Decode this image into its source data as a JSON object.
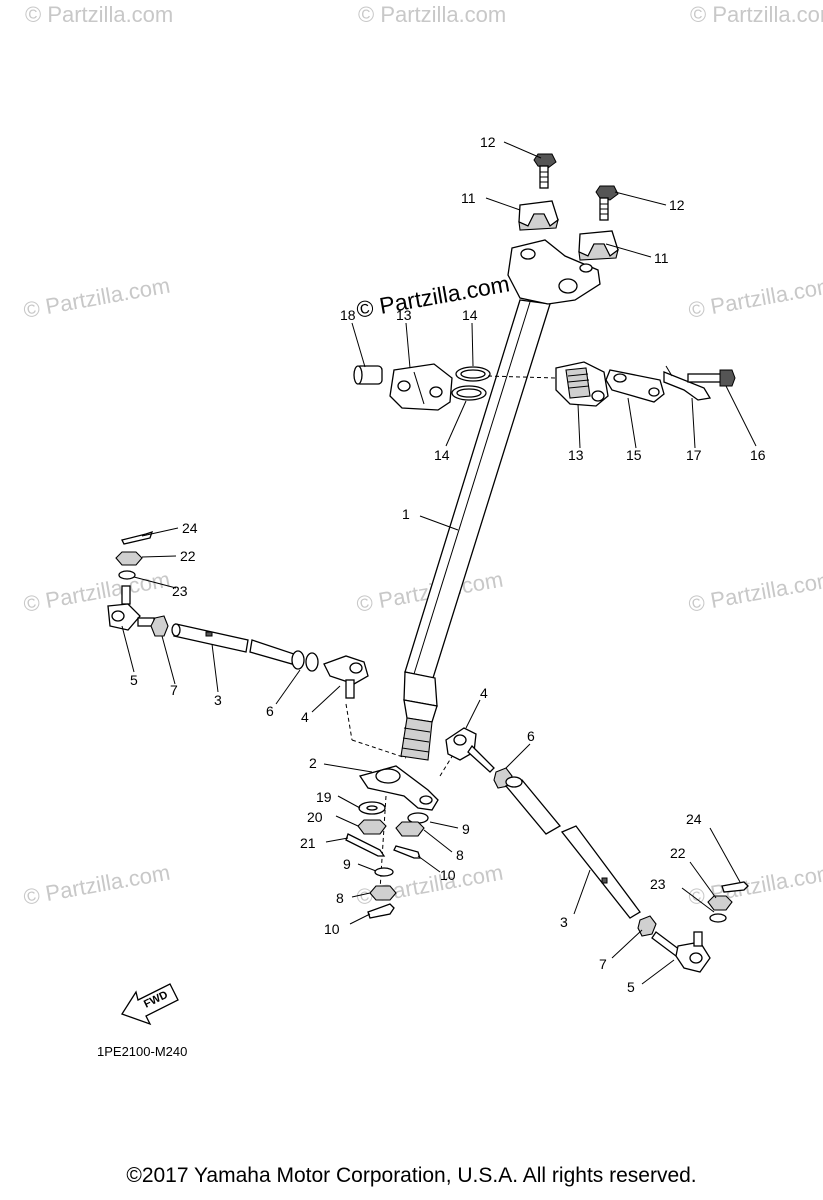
{
  "watermark": {
    "brand": "© Partzilla.com"
  },
  "diagram_code": "1PE2100-M240",
  "fwd_label": "FWD",
  "copyright": "©2017 Yamaha Motor Corporation, U.S.A. All rights reserved.",
  "callouts": {
    "c1": "1",
    "c2": "2",
    "c3a": "3",
    "c3b": "3",
    "c4a": "4",
    "c4b": "4",
    "c5a": "5",
    "c5b": "5",
    "c6a": "6",
    "c6b": "6",
    "c7a": "7",
    "c7b": "7",
    "c8a": "8",
    "c8b": "8",
    "c9a": "9",
    "c9b": "9",
    "c10a": "10",
    "c10b": "10",
    "c11a": "11",
    "c11b": "11",
    "c12a": "12",
    "c12b": "12",
    "c13a": "13",
    "c13b": "13",
    "c14a": "14",
    "c14b": "14",
    "c15": "15",
    "c16": "16",
    "c17": "17",
    "c18": "18",
    "c19": "19",
    "c20": "20",
    "c21": "21",
    "c22a": "22",
    "c22b": "22",
    "c23a": "23",
    "c23b": "23",
    "c24a": "24",
    "c24b": "24"
  }
}
